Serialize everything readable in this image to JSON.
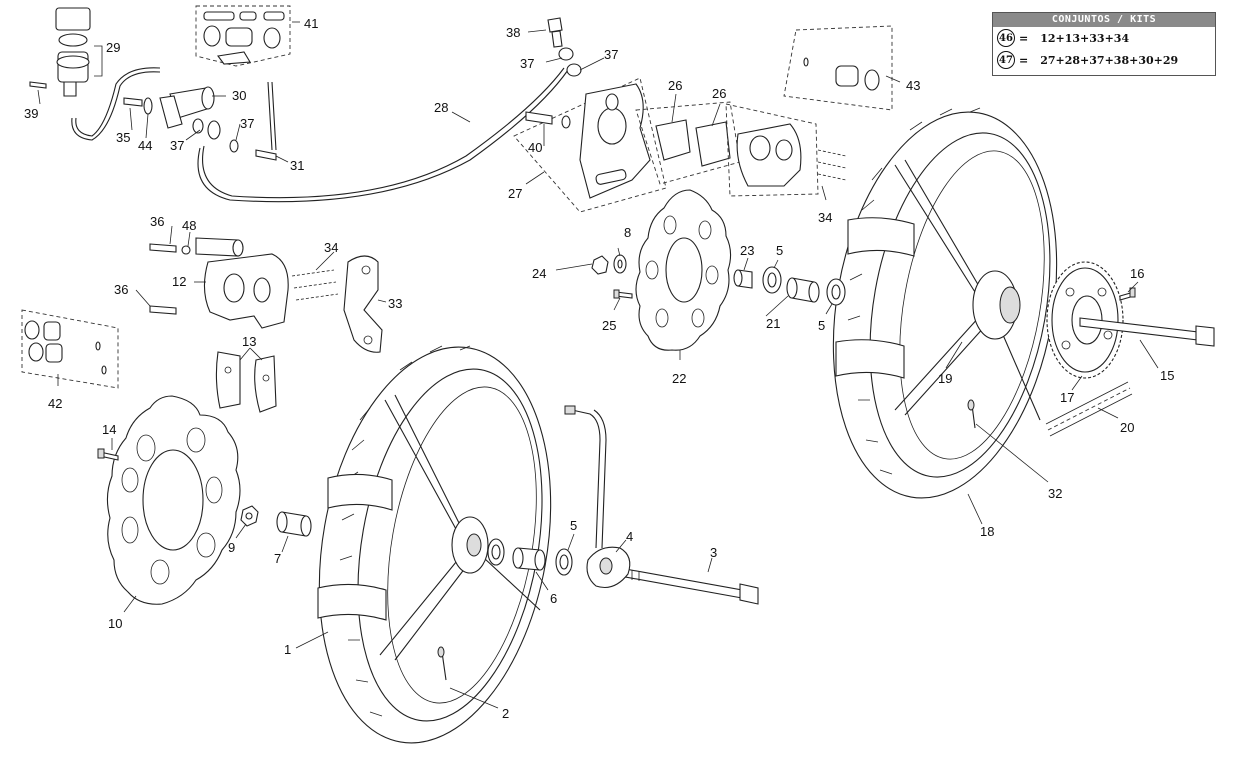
{
  "kits": {
    "header": "CONJUNTOS / KITS",
    "rows": [
      {
        "number": "46",
        "eq": "=",
        "formula": "12+13+33+34"
      },
      {
        "number": "47",
        "eq": "=",
        "formula": "27+28+37+38+30+29"
      }
    ]
  },
  "callouts": {
    "c1": "1",
    "c2": "2",
    "c3": "3",
    "c4": "4",
    "c5a": "5",
    "c5b": "5",
    "c5c": "5",
    "c6": "6",
    "c7": "7",
    "c8": "8",
    "c9": "9",
    "c10": "10",
    "c12": "12",
    "c13": "13",
    "c14": "14",
    "c15": "15",
    "c16": "16",
    "c17": "17",
    "c18": "18",
    "c19": "19",
    "c20": "20",
    "c21": "21",
    "c22": "22",
    "c23": "23",
    "c24": "24",
    "c25": "25",
    "c26a": "26",
    "c26b": "26",
    "c27": "27",
    "c28": "28",
    "c29": "29",
    "c30": "30",
    "c31": "31",
    "c32": "32",
    "c33": "33",
    "c34a": "34",
    "c34b": "34",
    "c35": "35",
    "c36a": "36",
    "c36b": "36",
    "c37a": "37",
    "c37b": "37",
    "c37c": "37",
    "c37d": "37",
    "c38": "38",
    "c39": "39",
    "c40": "40",
    "c41": "41",
    "c42": "42",
    "c43": "43",
    "c44": "44",
    "c48": "48"
  }
}
